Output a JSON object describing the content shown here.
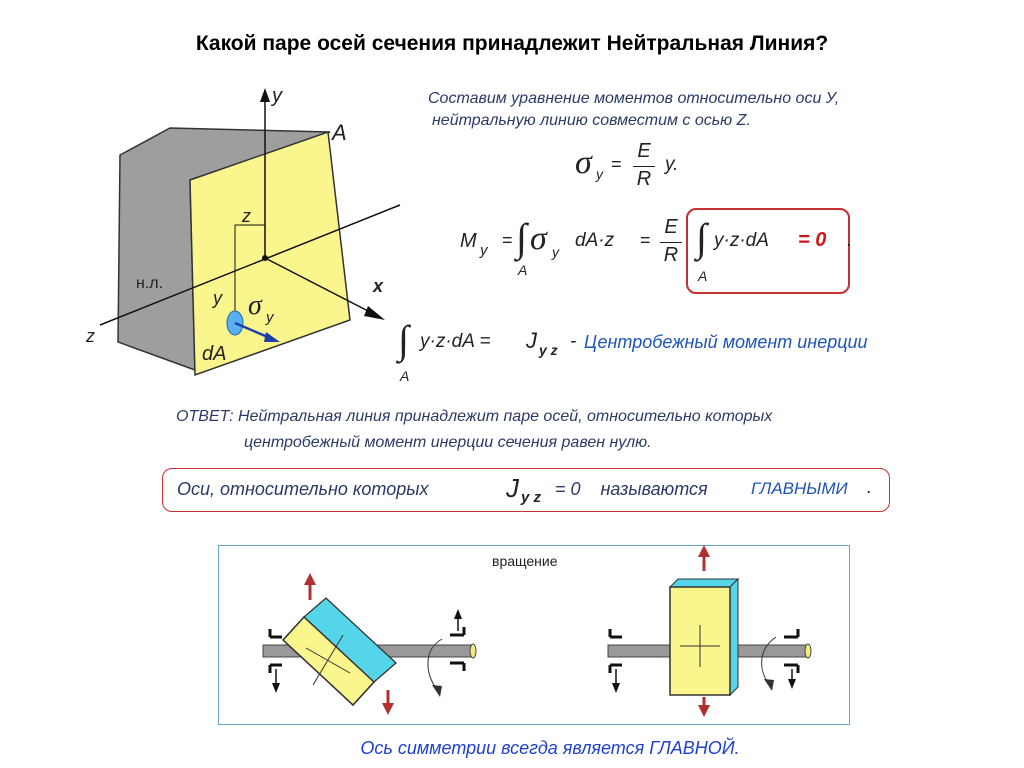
{
  "title": "Какой паре осей сечения принадлежит Нейтральная Линия?",
  "figure": {
    "label_y": "y",
    "label_A": "A",
    "label_z_top": "z",
    "label_nl": "н.л.",
    "label_x": "x",
    "label_y_small": "y",
    "label_sigma": "σ",
    "label_sigma_sub": "y",
    "label_z_left": "z",
    "label_dA": "dA"
  },
  "intro": {
    "line1": "Составим уравнение моментов относительно оси У,",
    "line2": "нейтральную линию совместим с осью Z."
  },
  "eq1": {
    "sigma": "σ",
    "sub": "y",
    "eq": "=",
    "num": "E",
    "den": "R",
    "tail": "y."
  },
  "eq2": {
    "M": "M",
    "Msub": "y",
    "eq1": "=",
    "int1": "∫",
    "sigma": "σ",
    "sigma_sub": "y",
    "mid": "dA·z",
    "eq2": "=",
    "num": "E",
    "den": "R",
    "int2": "∫",
    "inner": "y·z·dA",
    "zero": "= 0",
    "dot": ".",
    "lim1": "A",
    "lim2": "A"
  },
  "eq3": {
    "int": "∫",
    "expr": "y·z·dA =",
    "J": "J",
    "Jsub": "y z",
    "dash": "-",
    "desc": "Центробежный момент инерции",
    "lim": "A"
  },
  "answer": {
    "line1": "ОТВЕТ: Нейтральная линия  принадлежит паре осей, относительно которых",
    "line2": "центробежный момент инерции сечения равен нулю."
  },
  "principal": {
    "pre": "Оси, относительно которых",
    "J": "J",
    "Jsub": "y z",
    "post": "= 0    называются",
    "word": "ГЛАВНЫМИ",
    "dot": "."
  },
  "rotation": {
    "label": "вращение"
  },
  "symmetry": "Ось симметрии всегда является ГЛАВНОЙ."
}
